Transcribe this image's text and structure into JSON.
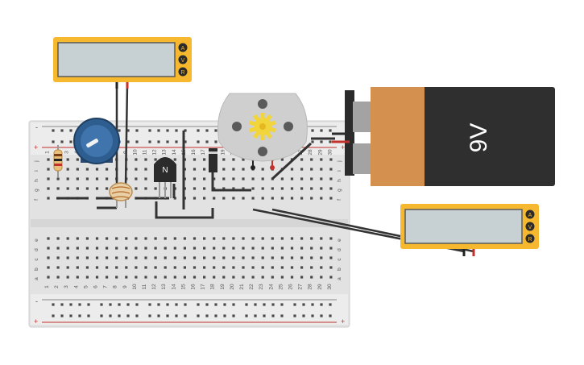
{
  "breadboard": {
    "columns": [
      "1",
      "2",
      "3",
      "4",
      "5",
      "6",
      "7",
      "8",
      "9",
      "10",
      "11",
      "12",
      "13",
      "14",
      "15",
      "16",
      "17",
      "18",
      "19",
      "20",
      "21",
      "22",
      "23",
      "24",
      "25",
      "26",
      "27",
      "28",
      "29",
      "30"
    ],
    "rows_top": [
      "j",
      "i",
      "h",
      "g",
      "f"
    ],
    "rows_bottom": [
      "e",
      "d",
      "c",
      "b",
      "a"
    ],
    "rail_plus": "+",
    "rail_minus": "-"
  },
  "multimeter_top": {
    "display": "",
    "modes": [
      "A",
      "V",
      "R"
    ]
  },
  "multimeter_right": {
    "display": "",
    "modes": [
      "A",
      "V",
      "R"
    ]
  },
  "battery": {
    "label": "9V",
    "terminal_plus": "+",
    "terminal_minus": "-"
  },
  "transistor": {
    "label": "N"
  },
  "colors": {
    "multimeter": "#f5b82e",
    "battery_body": "#2f2f2f",
    "battery_label": "#d4904e",
    "breadboard": "#e6e6e6",
    "rail_red": "#c2312b",
    "motor": "#cfcfcf",
    "gear": "#f2d53a",
    "potentiometer": "#2e5d8f"
  }
}
